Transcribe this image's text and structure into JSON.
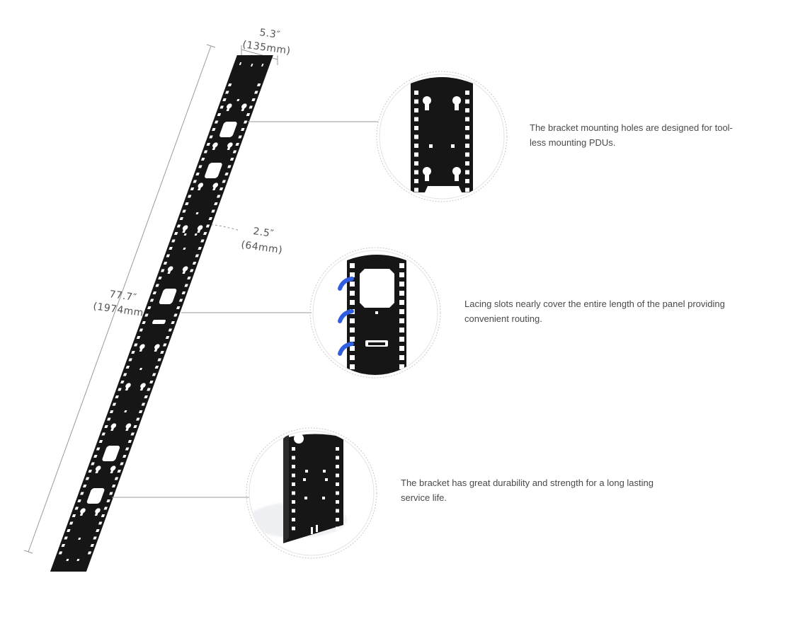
{
  "dimensions": {
    "width_in": "5.3″",
    "width_mm": "(135mm)",
    "pitch_in": "2.5″",
    "pitch_mm": "(64mm)",
    "length_in": "77.7″",
    "length_mm": "(1974mm)"
  },
  "callouts": [
    {
      "text": "The bracket mounting holes are designed for tool-less mounting PDUs."
    },
    {
      "text": "Lacing slots nearly cover the entire length of the panel providing convenient routing."
    },
    {
      "text": "The bracket has great durability and strength for a long lasting service life."
    }
  ],
  "colors": {
    "panel": "#161616",
    "hole": "#ffffff",
    "lacing_tie": "#2f5fe0",
    "leader": "#9a9a9a",
    "circle_outline": "#c8c8c8"
  }
}
